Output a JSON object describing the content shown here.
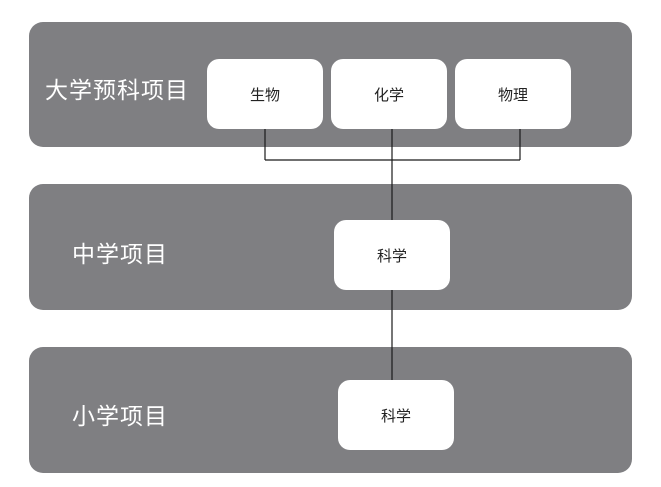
{
  "levels": {
    "preuniversity": {
      "title": "大学预科项目",
      "subjects": [
        "生物",
        "化学",
        "物理"
      ]
    },
    "middle_school": {
      "title": "中学项目",
      "subject": "科学"
    },
    "primary_school": {
      "title": "小学项目",
      "subject": "科学"
    }
  },
  "colors": {
    "band": "#7f7f82",
    "node": "#ffffff",
    "connector": "#1a1a1a",
    "title_text": "#ffffff",
    "node_text": "#222222"
  }
}
